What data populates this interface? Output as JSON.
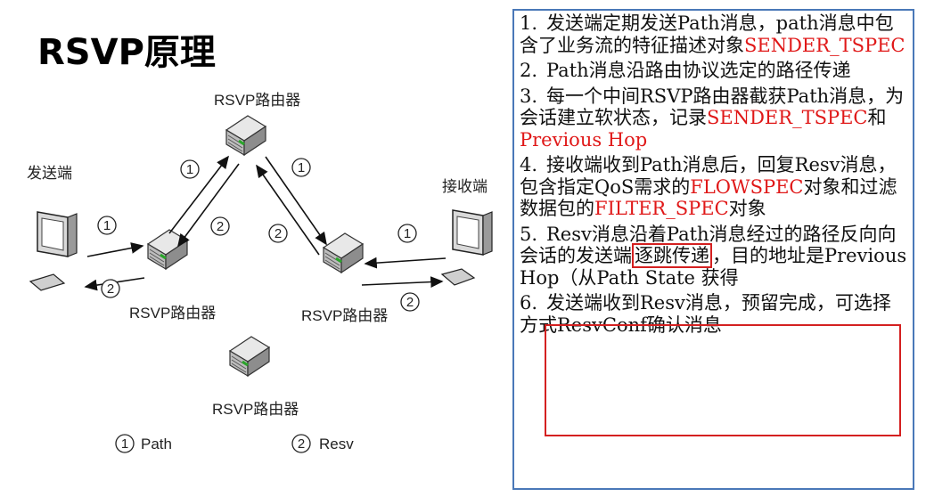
{
  "title": "RSVP原理",
  "diagram": {
    "labels": {
      "sender": "发送端",
      "receiver": "接收端",
      "router_top": "RSVP路由器",
      "router_left": "RSVP路由器",
      "router_right": "RSVP路由器",
      "router_legend": "RSVP路由器"
    },
    "arrow_marks": {
      "one": "1",
      "two": "2"
    },
    "legend": {
      "path_num": "1",
      "path_label": "Path",
      "resv_num": "2",
      "resv_label": "Resv"
    }
  },
  "steps": [
    {
      "n": "1.",
      "parts": [
        "发送端定期发送Path消息，path消息中包含了业务流的特征描述对象",
        "SENDER_TSPEC"
      ]
    },
    {
      "n": "2.",
      "text": "Path消息沿路由协议选定的路径传递"
    },
    {
      "n": "3.",
      "parts": [
        "每一个中间RSVP路由器截获Path消息，为会话建立软状态，记录",
        "SENDER_TSPEC",
        "和",
        "Previous Hop"
      ]
    },
    {
      "n": "4.",
      "parts": [
        "接收端收到Path消息后，回复Resv消息，包含指定QoS需求的",
        "FLOWSPEC",
        "对象和过滤数据包的",
        "FILTER_SPEC",
        "对象"
      ]
    },
    {
      "n": "5.",
      "parts": [
        "Resv消息沿着Path消息经过的路径反向向会话的发送端",
        "逐跳传递",
        "，目的地址是Previous Hop（从Path State 获得"
      ]
    },
    {
      "n": "6.",
      "text": "发送端收到Resv消息，预留完成，可选择方式ResvConf确认消息"
    }
  ],
  "colors": {
    "highlight": "#e01818",
    "panel_border": "#4a78b8",
    "box_border": "#d42020"
  }
}
